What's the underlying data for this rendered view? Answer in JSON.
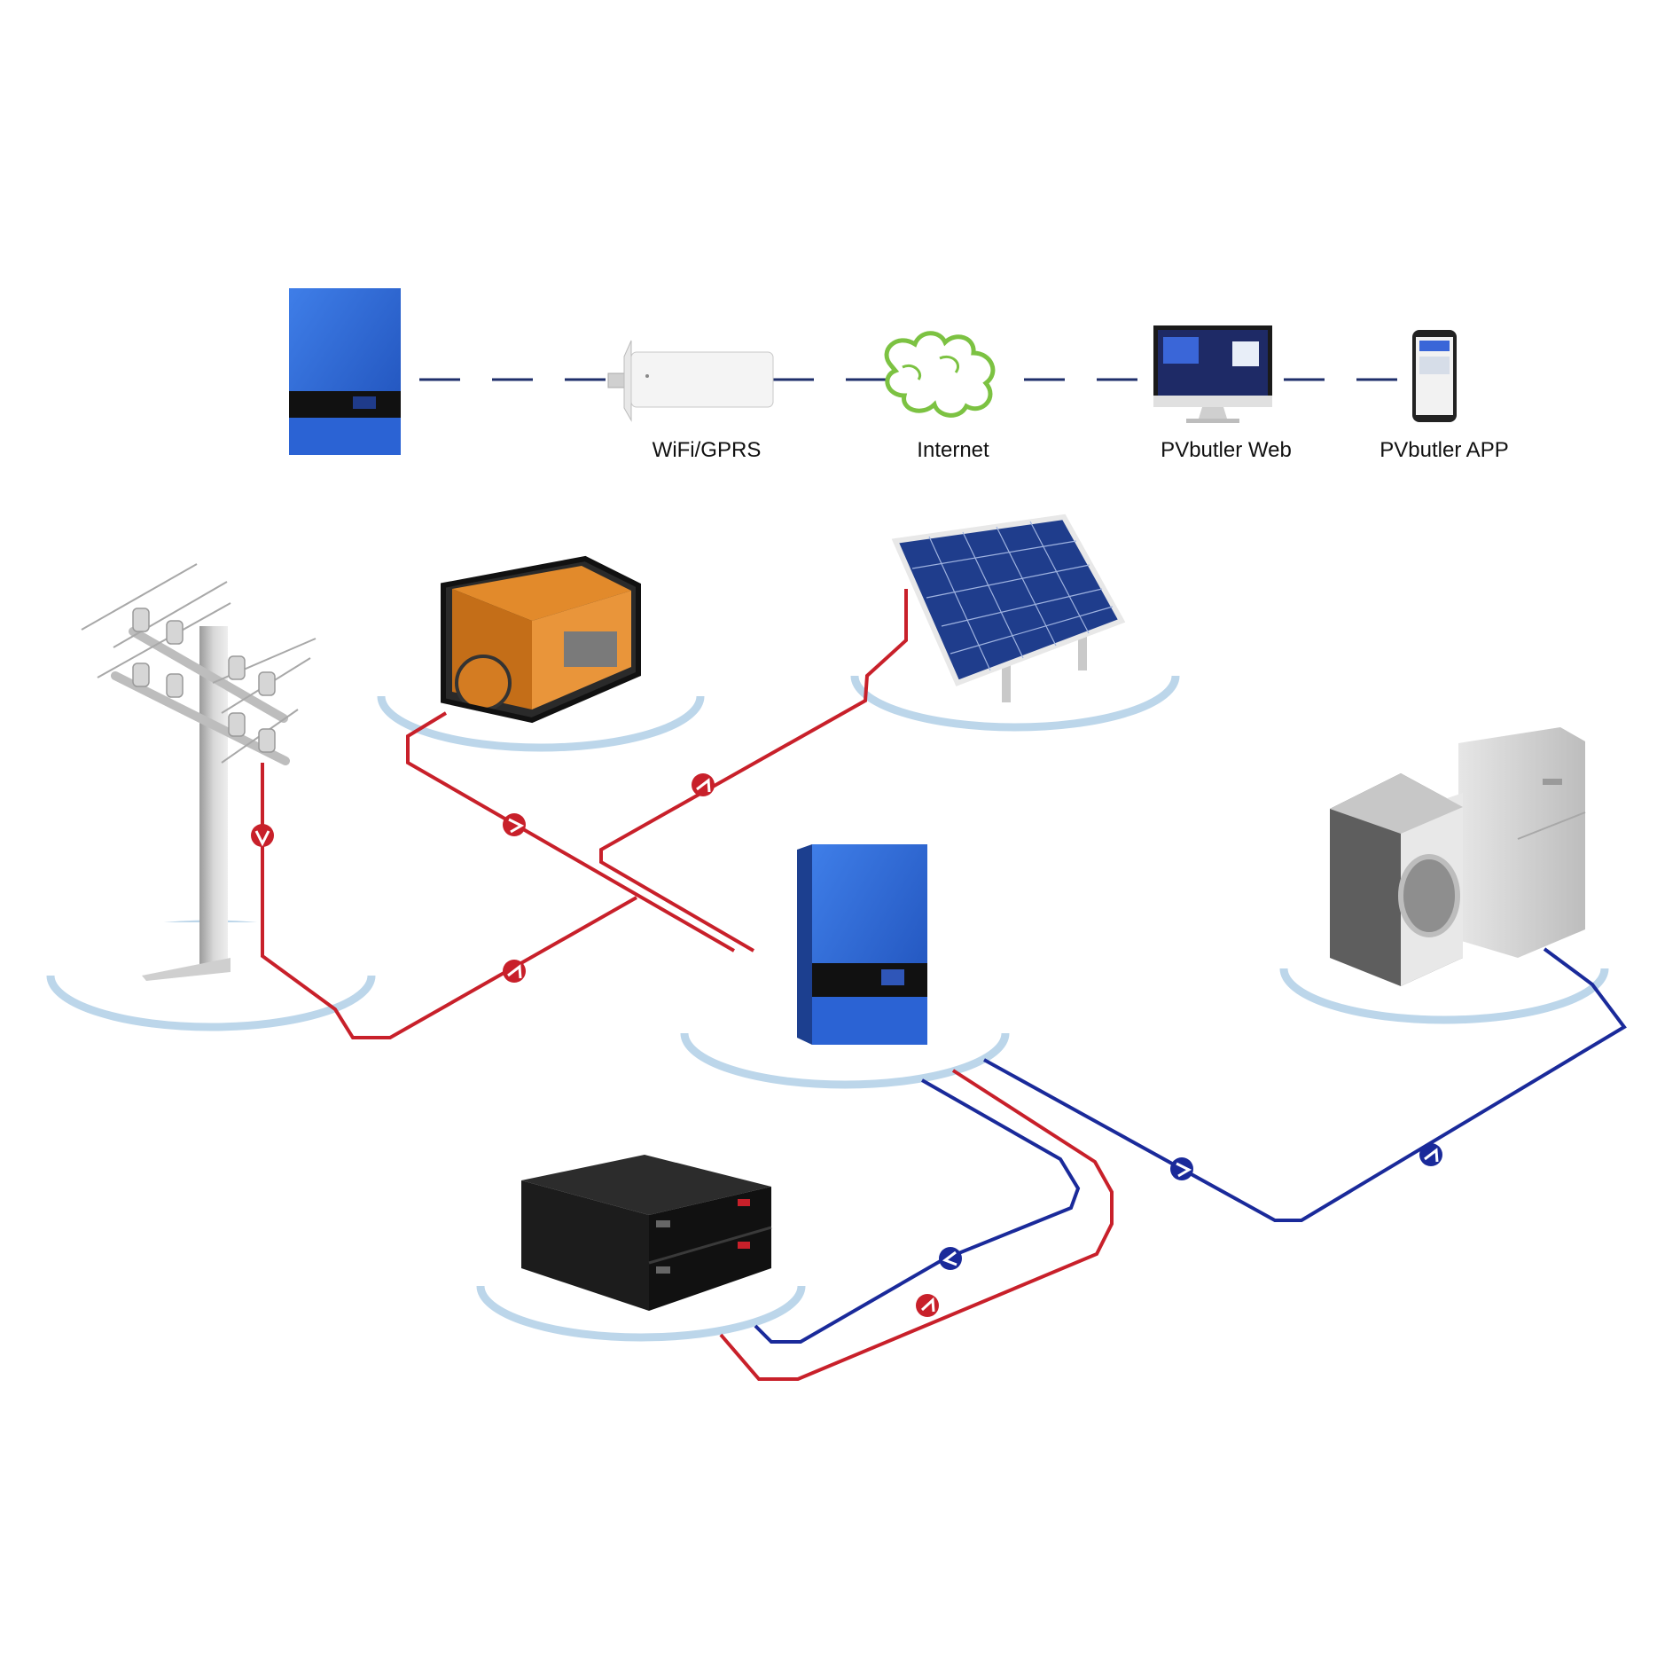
{
  "diagram": {
    "monitoring": {
      "wifi_label": "WiFi/GPRS",
      "internet_label": "Internet",
      "web_label": "PVbutler Web",
      "app_label": "PVbutler APP"
    },
    "colors": {
      "ac_line": "#c8202a",
      "dc_line": "#1a2a9a",
      "comm_line": "#1f2f6b",
      "platform": "#bcd6ea",
      "inverter_blue": "#2b63d4",
      "cloud_green": "#7cc242",
      "generator_orange": "#e28a2b"
    },
    "icons": [
      "inverter-icon",
      "wifi-dongle-icon",
      "cloud-icon",
      "monitor-icon",
      "phone-icon",
      "utility-pole-icon",
      "generator-icon",
      "solar-panel-icon",
      "washing-machine-icon",
      "refrigerator-icon",
      "battery-rack-icon"
    ]
  }
}
